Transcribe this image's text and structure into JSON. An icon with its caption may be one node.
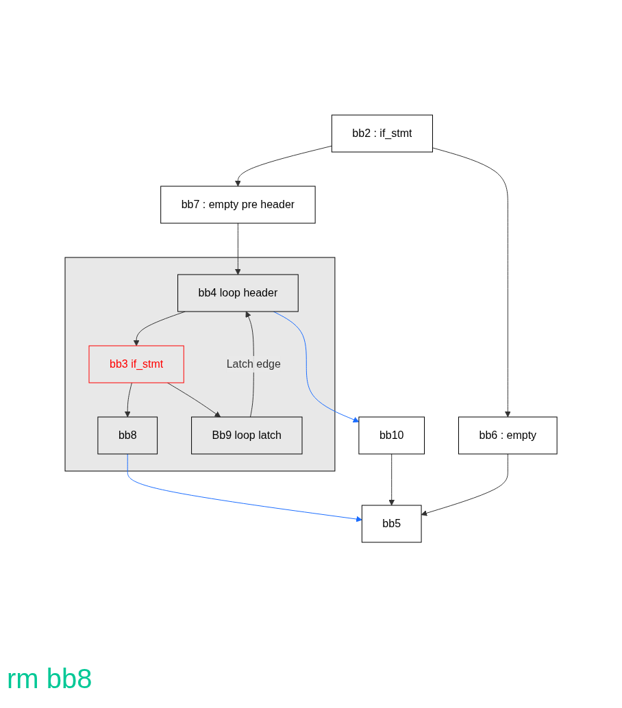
{
  "diagram": {
    "nodes": [
      {
        "text": [
          "bb2 : if_stmt"
        ]
      },
      {
        "text": [
          "bb6 : empty"
        ]
      },
      {
        "text": [
          "bb7 : empty pre header"
        ]
      },
      {
        "text": [],
        "shape": "box"
      },
      {
        "text": [
          "bb4 loop header"
        ],
        "in": 3
      },
      {
        "text": [
          "bb3 if_stmt"
        ],
        "in": 3
      },
      {
        "text": [
          "bb8"
        ],
        "in": 3
      },
      {
        "text": [
          "Bb9 loop latch"
        ],
        "in": 3
      },
      {
        "text": [
          "bb10"
        ]
      },
      {
        "text": [
          "bb5"
        ]
      }
    ],
    "edges": [
      {
        "from": 0,
        "to": 1,
        "arrow": "to"
      },
      {
        "from": 0,
        "to": 2,
        "arrow": "to"
      },
      {
        "from": 2,
        "to": 4,
        "arrow": "to"
      },
      {
        "from": 4,
        "to": 5,
        "arrow": "to"
      },
      {
        "from": 5,
        "to": 6,
        "arrow": "to"
      },
      {
        "from": 5,
        "to": 7,
        "arrow": "to"
      },
      {
        "from": 7,
        "to": 4,
        "arrow": "to",
        "label": "Latch edge"
      },
      {
        "from": 4,
        "to": 8,
        "arrow": "to",
        "color": "#1a6cff"
      },
      {
        "from": 6,
        "to": 9,
        "arrow": "to",
        "color": "#1a6cff"
      },
      {
        "from": 8,
        "to": 9,
        "arrow": "to"
      },
      {
        "from": 1,
        "to": 9,
        "arrow": "to"
      }
    ],
    "labels": [
      "rm bb8"
    ]
  }
}
